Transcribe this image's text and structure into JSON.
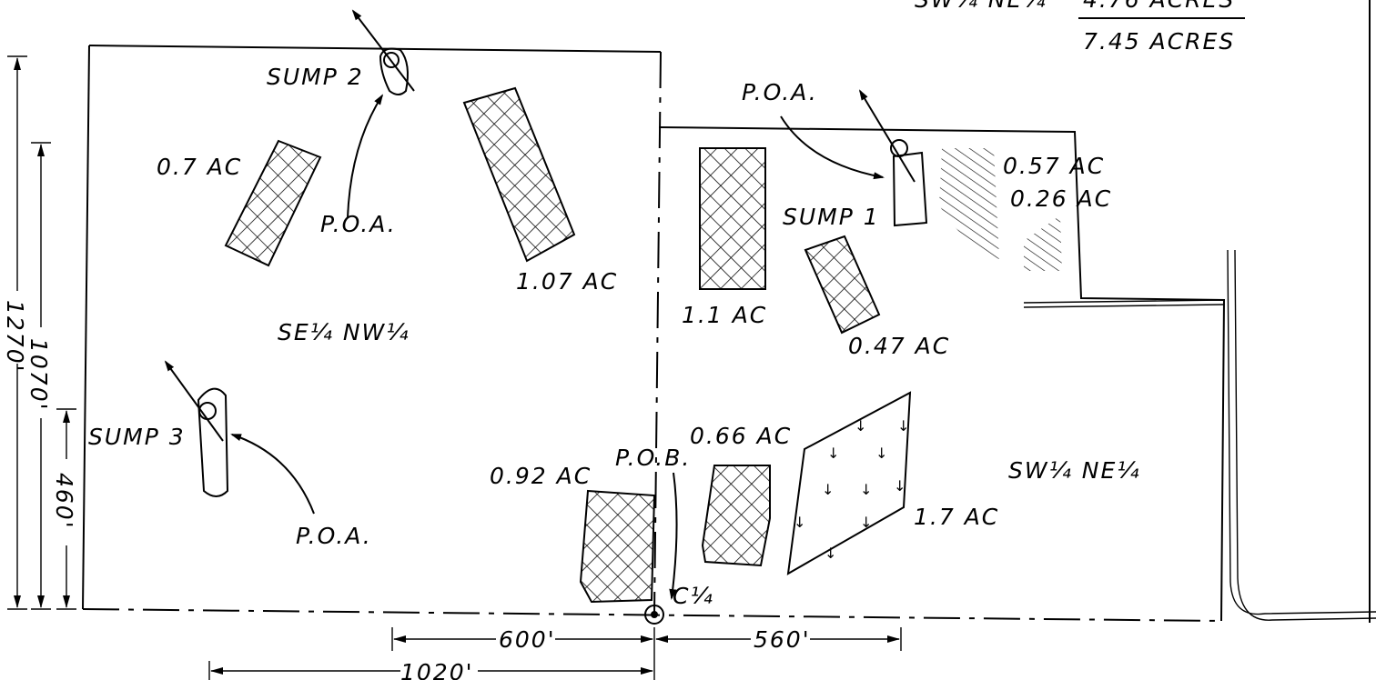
{
  "acreage_table": {
    "row_label": "SW¼ NE¼",
    "row_value": "4.76 ACRES",
    "total": "7.45 ACRES"
  },
  "quarter_sections": {
    "west": "SE¼ NW¼",
    "east": "SW¼ NE¼"
  },
  "sumps": [
    "SUMP 2",
    "SUMP 1",
    "SUMP 3"
  ],
  "poa_label": "P.O.A.",
  "pob_label": "P.O.B.",
  "corner_label": "C¼",
  "areas": {
    "a_07": "0.7 AC",
    "a_107": "1.07 AC",
    "a_11": "1.1 AC",
    "a_057": "0.57 AC",
    "a_026": "0.26 AC",
    "a_047": "0.47 AC",
    "a_066": "0.66 AC",
    "a_092": "0.92 AC",
    "a_17": "1.7 AC"
  },
  "dimensions": {
    "d_1270": "1270'",
    "d_1070": "1070'",
    "d_460": "460'",
    "d_600": "600'",
    "d_560": "560'",
    "d_1020": "1020'"
  }
}
